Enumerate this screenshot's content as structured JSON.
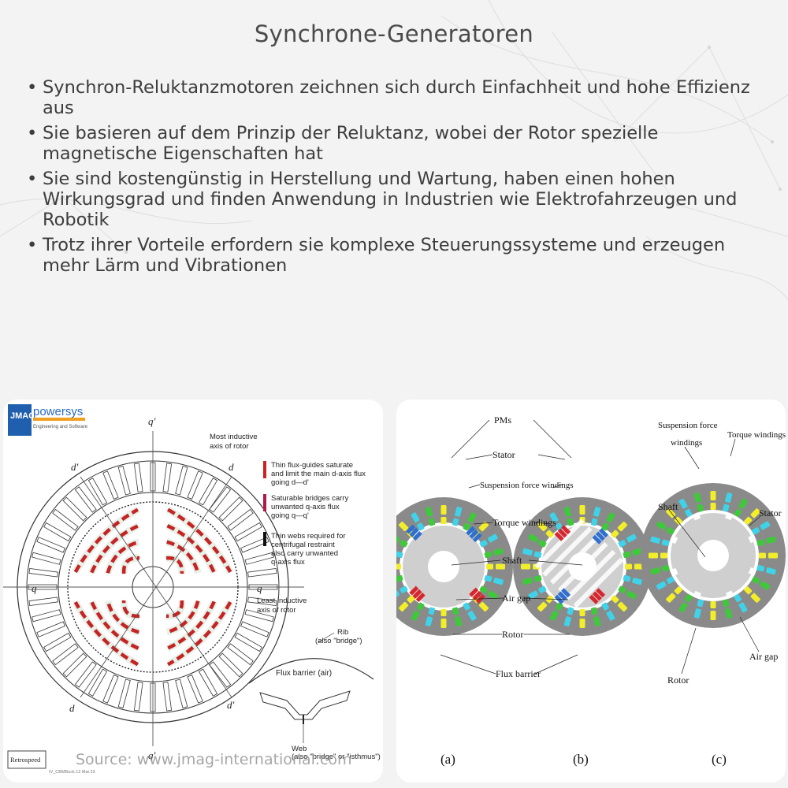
{
  "title": "Synchrone-Generatoren",
  "bullets": [
    "Synchron-Reluktanzmotoren zeichnen sich durch Einfachheit und hohe Effizienz aus",
    "Sie basieren auf dem Prinzip der Reluktanz, wobei der Rotor spezielle magnetische Eigenschaften hat",
    "Sie sind kostengünstig in Herstellung und Wartung, haben einen hohen Wirkungsgrad und finden Anwendung in Industrien wie Elektrofahrzeugen und Robotik",
    "Trotz ihrer Vorteile erfordern sie komplexe Steuerungssysteme und erzeugen mehr Lärm und Vibrationen"
  ],
  "bullet_marker": "•",
  "left_figure": {
    "logo_jmag": "JMAG",
    "logo_powersys": "powersys",
    "logo_tagline": "Engineering and Software",
    "axis_q_top": "q'",
    "axis_q_left": "q",
    "axis_q_right": "q",
    "axis_q_bottom": "q'",
    "axis_d_tl": "d'",
    "axis_d_tr": "d",
    "axis_d_bl": "d",
    "axis_d_br": "d'",
    "most_inductive": [
      "Most inductive",
      "axis of rotor"
    ],
    "least_inductive": [
      "Least inductive",
      "axis of rotor"
    ],
    "legend": [
      {
        "color": "#cc2222",
        "lines": [
          "Thin flux-guides saturate",
          "and limit the main d-axis flux",
          "going d—d'"
        ]
      },
      {
        "color": "#b01a4a",
        "lines": [
          "Saturable bridges carry",
          "unwanted q-axis flux",
          "going q—q'"
        ]
      },
      {
        "color": "#111111",
        "lines": [
          "Thin webs required for",
          "centrifugal restraint",
          "also carry unwanted",
          "q-axis flux"
        ]
      }
    ],
    "rib_label": [
      "Rib",
      "(also \"bridge\")"
    ],
    "flux_barrier_label": "Flux barrier (air)",
    "web_label": [
      "Web",
      "(also \"bridge\" or \"isthmus\")"
    ],
    "retrospeed": "Retrospeed",
    "stamp": "IV_CBMBuck.13 Mar.23"
  },
  "right_figure": {
    "labels_ab": [
      "PMs",
      "Stator",
      "Suspension force windings",
      "Torque windings",
      "Shaft",
      "Air gap",
      "Rotor",
      "Flux barrier"
    ],
    "labels_c": {
      "suspension": [
        "Suspension force",
        "windings"
      ],
      "torque": "Torque windings",
      "shaft": "Shaft",
      "stator": "Stator",
      "air_gap": "Air gap",
      "rotor": "Rotor"
    },
    "captions": [
      "(a)",
      "(b)",
      "(c)"
    ],
    "colors": {
      "stator": "#8a8a8a",
      "rotor": "#cfcfcf",
      "pm_red": "#d8262e",
      "pm_blue": "#2f6fd0",
      "yellow": "#f2ee2a",
      "cyan": "#3fd2e8",
      "green": "#3ec93a"
    }
  },
  "source": "Source: www.jmag-international.com"
}
